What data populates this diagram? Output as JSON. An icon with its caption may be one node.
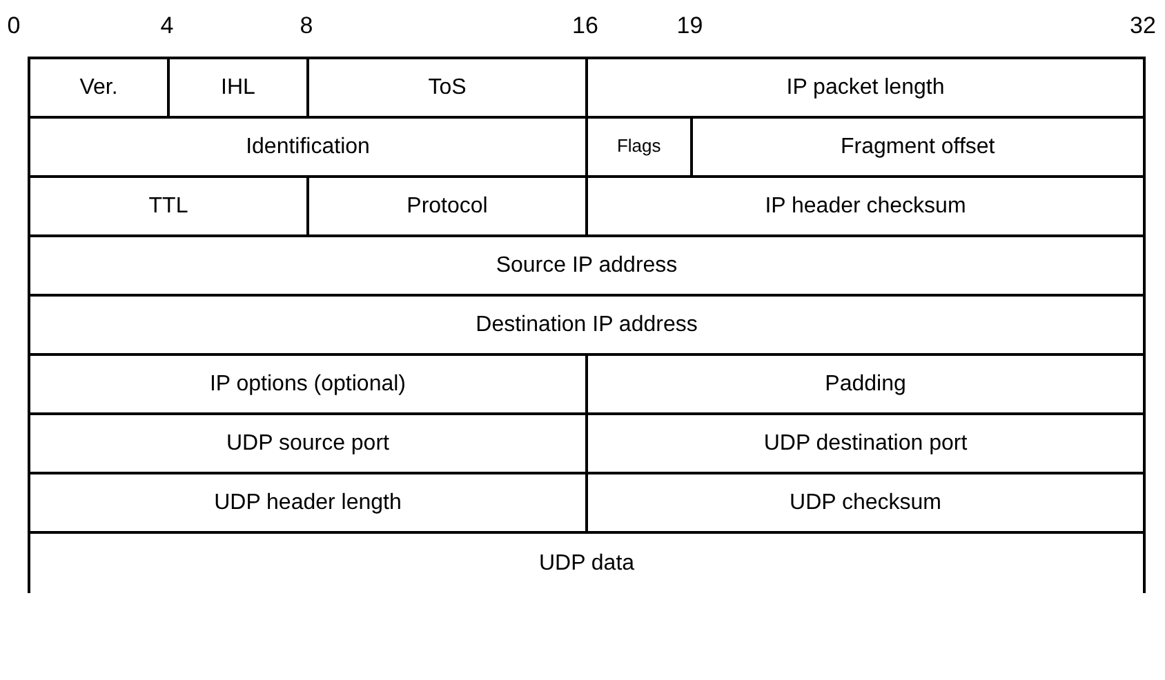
{
  "diagram": {
    "nodes": [
      {
        "text": [
          "Ver."
        ]
      },
      {
        "text": [
          "IHL"
        ]
      },
      {
        "text": [
          "ToS"
        ]
      },
      {
        "text": [
          "IP packet length"
        ]
      },
      {
        "text": [
          "Identification"
        ]
      },
      {
        "text": [
          "Flags"
        ]
      },
      {
        "text": [
          "Fragment offset"
        ]
      },
      {
        "text": [
          "TTL"
        ]
      },
      {
        "text": [
          "Protocol"
        ]
      },
      {
        "text": [
          "IP header checksum"
        ]
      },
      {
        "text": [
          "Source IP address"
        ]
      },
      {
        "text": [
          "Destination IP address"
        ]
      },
      {
        "text": [
          "IP options (optional)"
        ]
      },
      {
        "text": [
          "Padding"
        ]
      },
      {
        "text": [
          "UDP source port"
        ]
      },
      {
        "text": [
          "UDP destination port"
        ]
      },
      {
        "text": [
          "UDP header length"
        ]
      },
      {
        "text": [
          "UDP checksum"
        ]
      },
      {
        "text": [
          "UDP data"
        ]
      }
    ],
    "edges": [],
    "labels": [
      "0",
      "4",
      "8",
      "16",
      "19",
      "32"
    ]
  }
}
